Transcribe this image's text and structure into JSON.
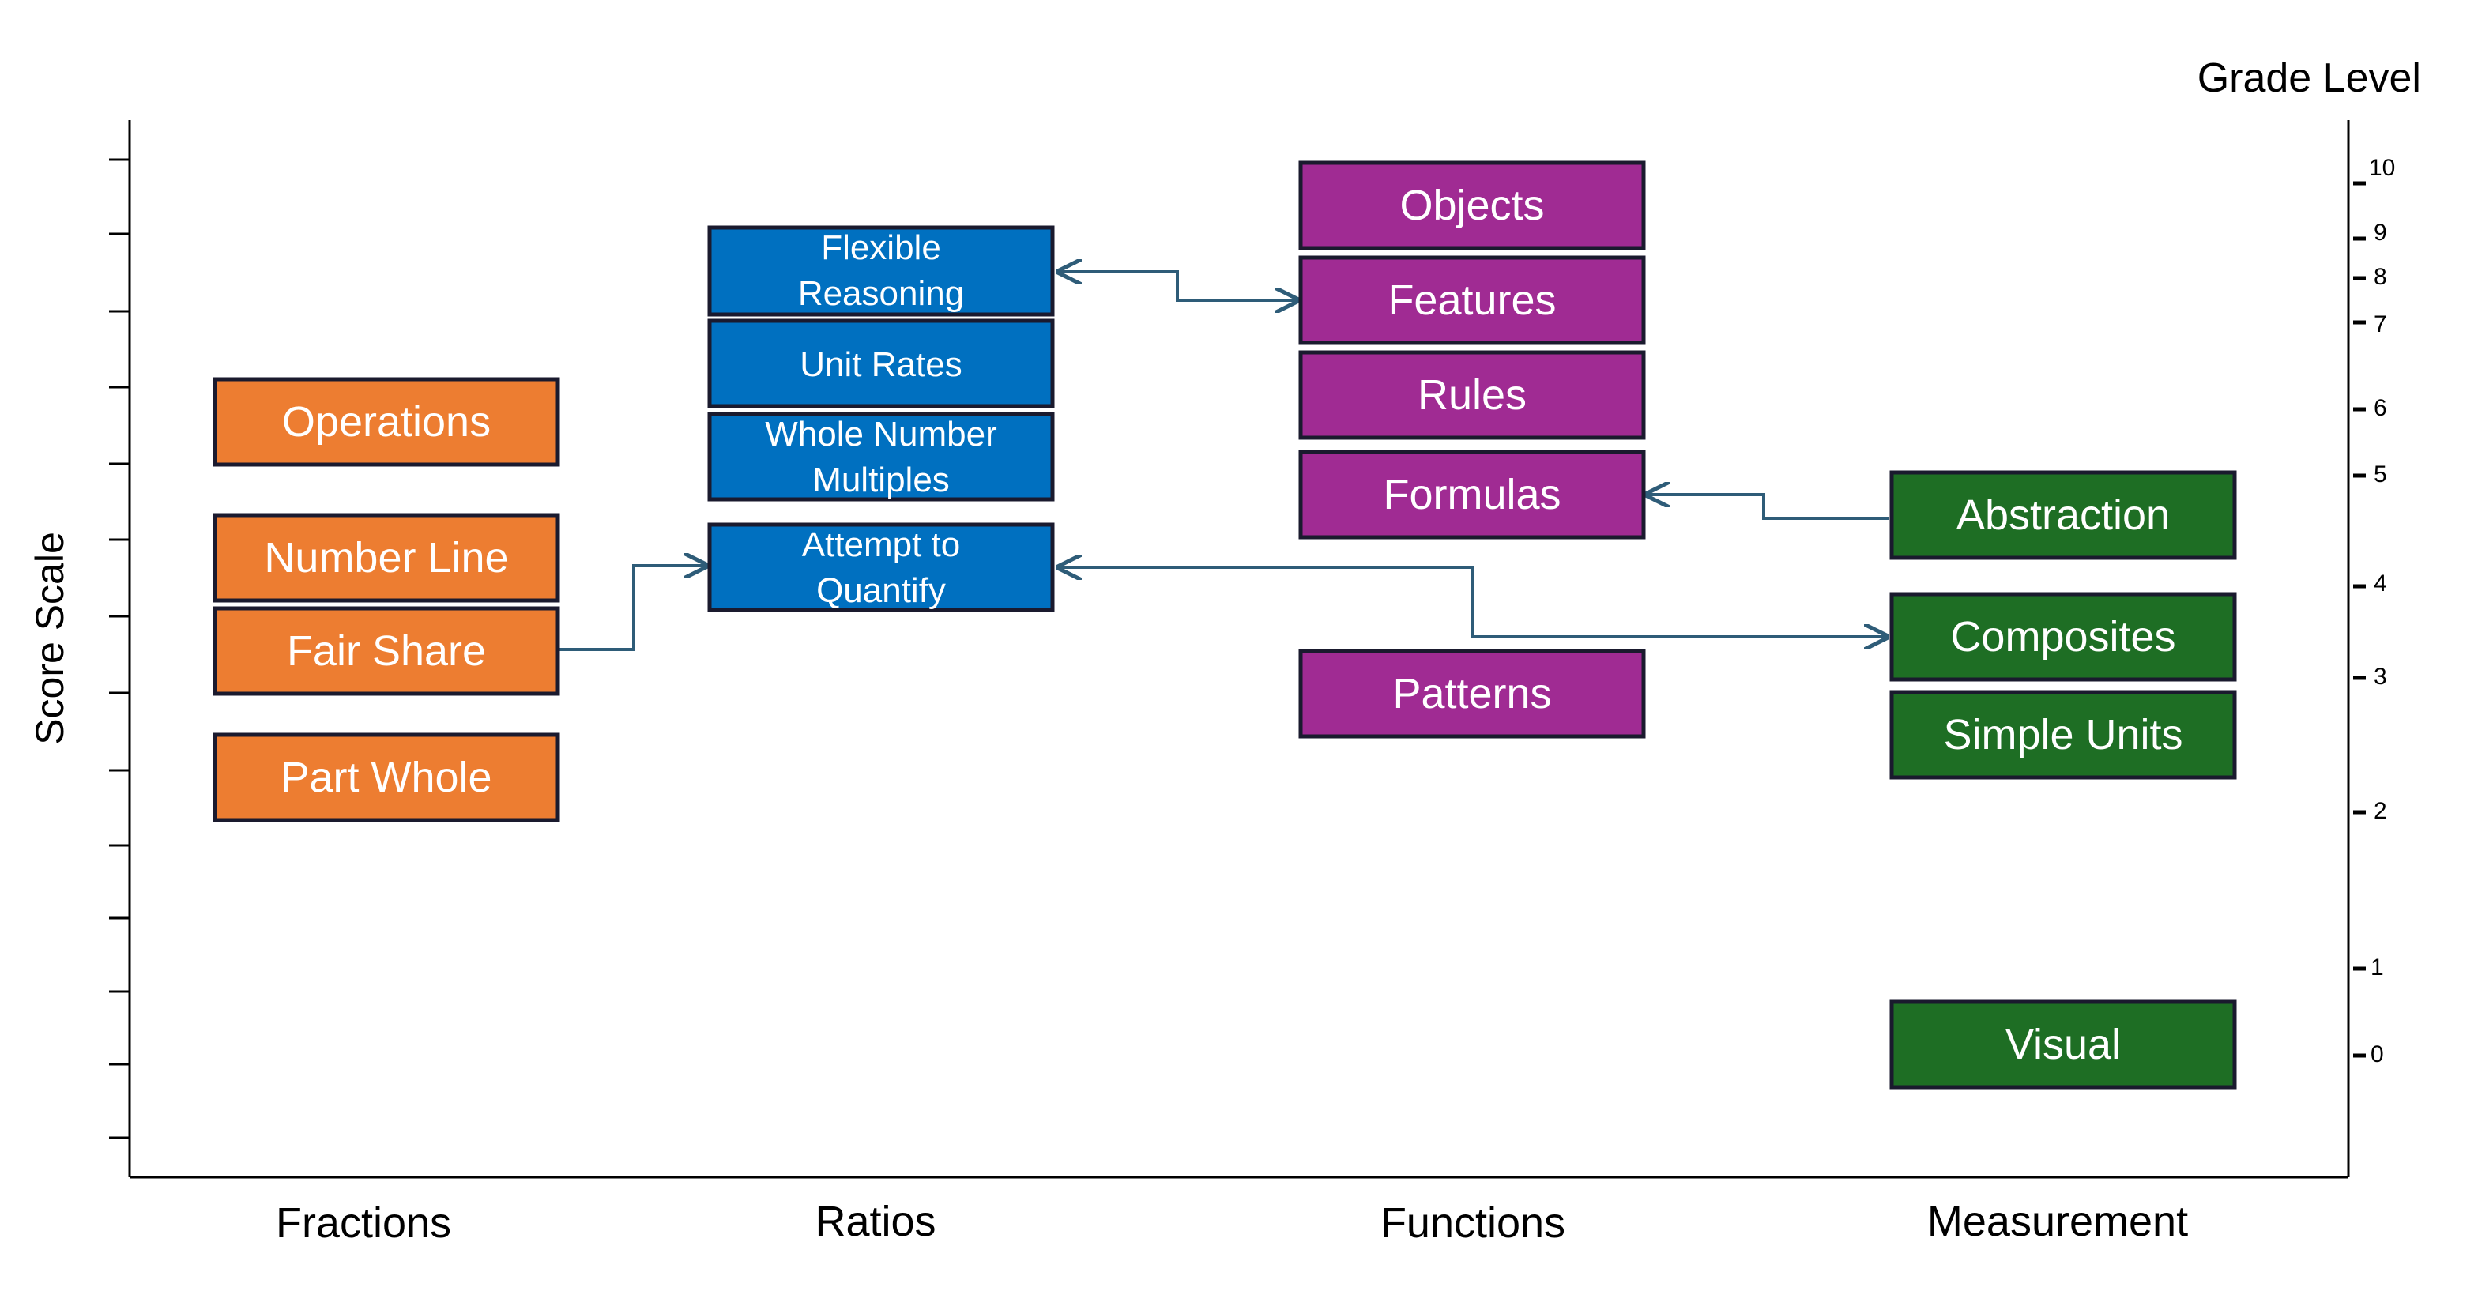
{
  "axes": {
    "left_label": "Score Scale",
    "right_label": "Grade Level",
    "grade_ticks": [
      "10",
      "9",
      "8",
      "7",
      "6",
      "5",
      "4",
      "3",
      "2",
      "1",
      "0"
    ]
  },
  "colors": {
    "fractions": "#ED7D31",
    "ratios": "#0070C0",
    "functions": "#A02B93",
    "measurement": "#1E6E24",
    "border": "#1a1a2e",
    "arrow": "#2E5C78"
  },
  "categories": {
    "fractions": "Fractions",
    "ratios": "Ratios",
    "functions": "Functions",
    "measurement": "Measurement"
  },
  "boxes": {
    "fractions": [
      "Operations",
      "Number Line",
      "Fair Share",
      "Part Whole"
    ],
    "ratios": [
      [
        "Flexible",
        "Reasoning"
      ],
      [
        "Unit Rates"
      ],
      [
        "Whole Number",
        "Multiples"
      ],
      [
        "Attempt to",
        "Quantify"
      ]
    ],
    "functions": [
      "Objects",
      "Features",
      "Rules",
      "Formulas",
      "Patterns"
    ],
    "measurement": [
      "Abstraction",
      "Composites",
      "Simple Units",
      "Visual"
    ]
  }
}
